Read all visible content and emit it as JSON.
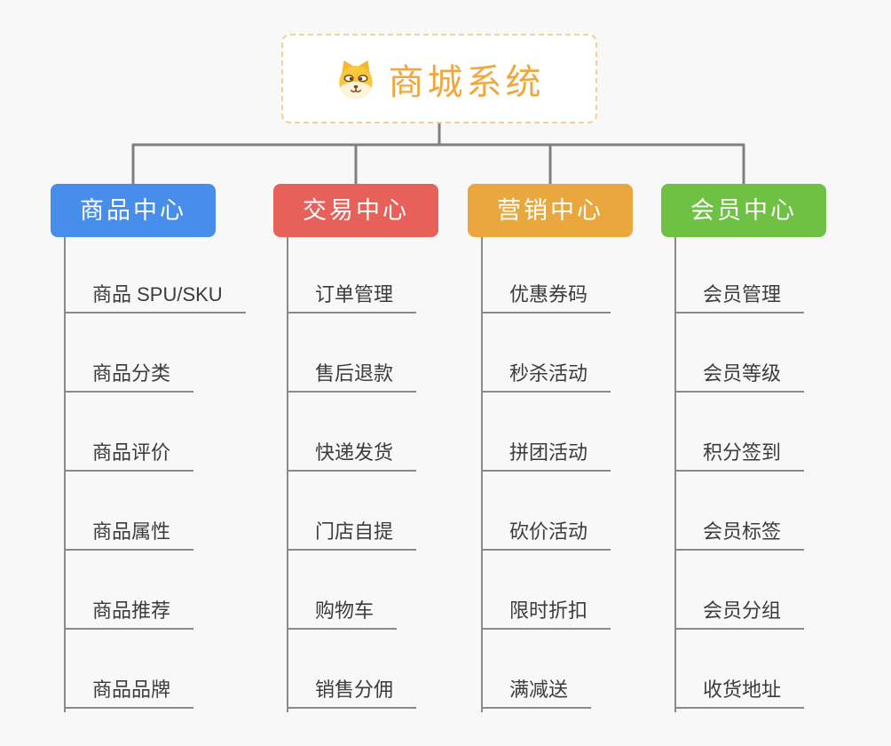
{
  "colors": {
    "background": "#f8f8f8",
    "connector": "#808080",
    "underline": "#8a8a8a",
    "leaf_text": "#3c3c3c",
    "root_title": "#f0a83e",
    "root_border": "#f4cf96"
  },
  "root": {
    "title": "商城系统",
    "icon": "shiba-dog-icon"
  },
  "branches": [
    {
      "label": "商品中心",
      "color": "#478eea",
      "items": [
        "商品 SPU/SKU",
        "商品分类",
        "商品评价",
        "商品属性",
        "商品推荐",
        "商品品牌"
      ]
    },
    {
      "label": "交易中心",
      "color": "#e8605a",
      "items": [
        "订单管理",
        "售后退款",
        "快递发货",
        "门店自提",
        "购物车",
        "销售分佣"
      ]
    },
    {
      "label": "营销中心",
      "color": "#eaa73e",
      "items": [
        "优惠券码",
        "秒杀活动",
        "拼团活动",
        "砍价活动",
        "限时折扣",
        "满减送"
      ]
    },
    {
      "label": "会员中心",
      "color": "#6ec143",
      "items": [
        "会员管理",
        "会员等级",
        "积分签到",
        "会员标签",
        "会员分组",
        "收货地址"
      ]
    }
  ]
}
